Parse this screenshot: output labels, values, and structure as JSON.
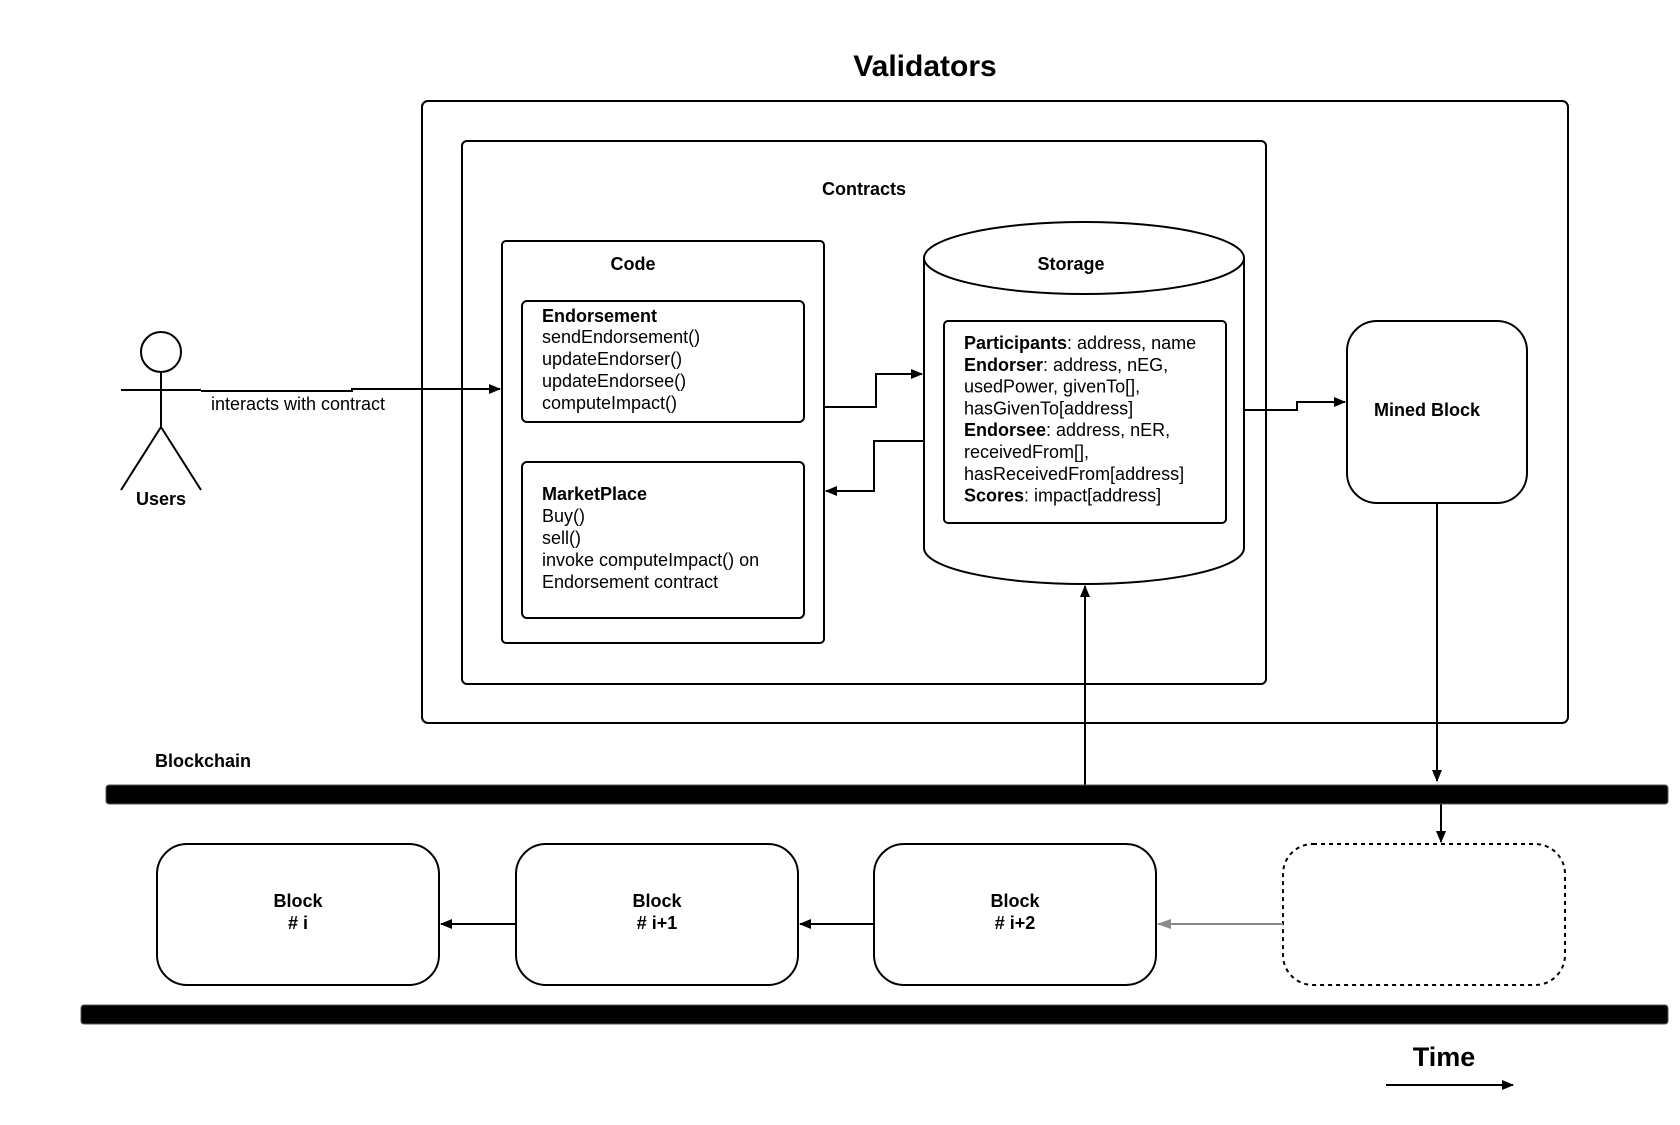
{
  "validators": {
    "title": "Validators"
  },
  "contracts": {
    "title": "Contracts"
  },
  "code": {
    "title": "Code",
    "endorsement": {
      "name": "Endorsement",
      "methods": [
        "sendEndorsement()",
        "updateEndorser()",
        "updateEndorsee()",
        "computeImpact()"
      ]
    },
    "marketplace": {
      "name": "MarketPlace",
      "methods": [
        "Buy()",
        "sell()",
        "invoke computeImpact() on",
        "Endorsement contract"
      ]
    }
  },
  "storage": {
    "title": "Storage",
    "lines": [
      {
        "bold": "Participants",
        "rest": ": address, name"
      },
      {
        "bold": "Endorser",
        "rest": ": address, nEG,"
      },
      {
        "bold": "",
        "rest": "usedPower,  givenTo[],"
      },
      {
        "bold": "",
        "rest": "hasGivenTo[address]"
      },
      {
        "bold": "Endorsee",
        "rest": ": address, nER,"
      },
      {
        "bold": "",
        "rest": "receivedFrom[],"
      },
      {
        "bold": "",
        "rest": "hasReceivedFrom[address]"
      },
      {
        "bold": "Scores",
        "rest": ": impact[address]"
      }
    ]
  },
  "mined_block": {
    "label": "Mined Block"
  },
  "users": {
    "label": "Users",
    "edge_label": "interacts with contract"
  },
  "blockchain": {
    "label": "Blockchain"
  },
  "blocks": [
    {
      "line1": "Block",
      "line2": "# i"
    },
    {
      "line1": "Block",
      "line2": "# i+1"
    },
    {
      "line1": "Block",
      "line2": "# i+2"
    }
  ],
  "time": {
    "label": "Time"
  }
}
